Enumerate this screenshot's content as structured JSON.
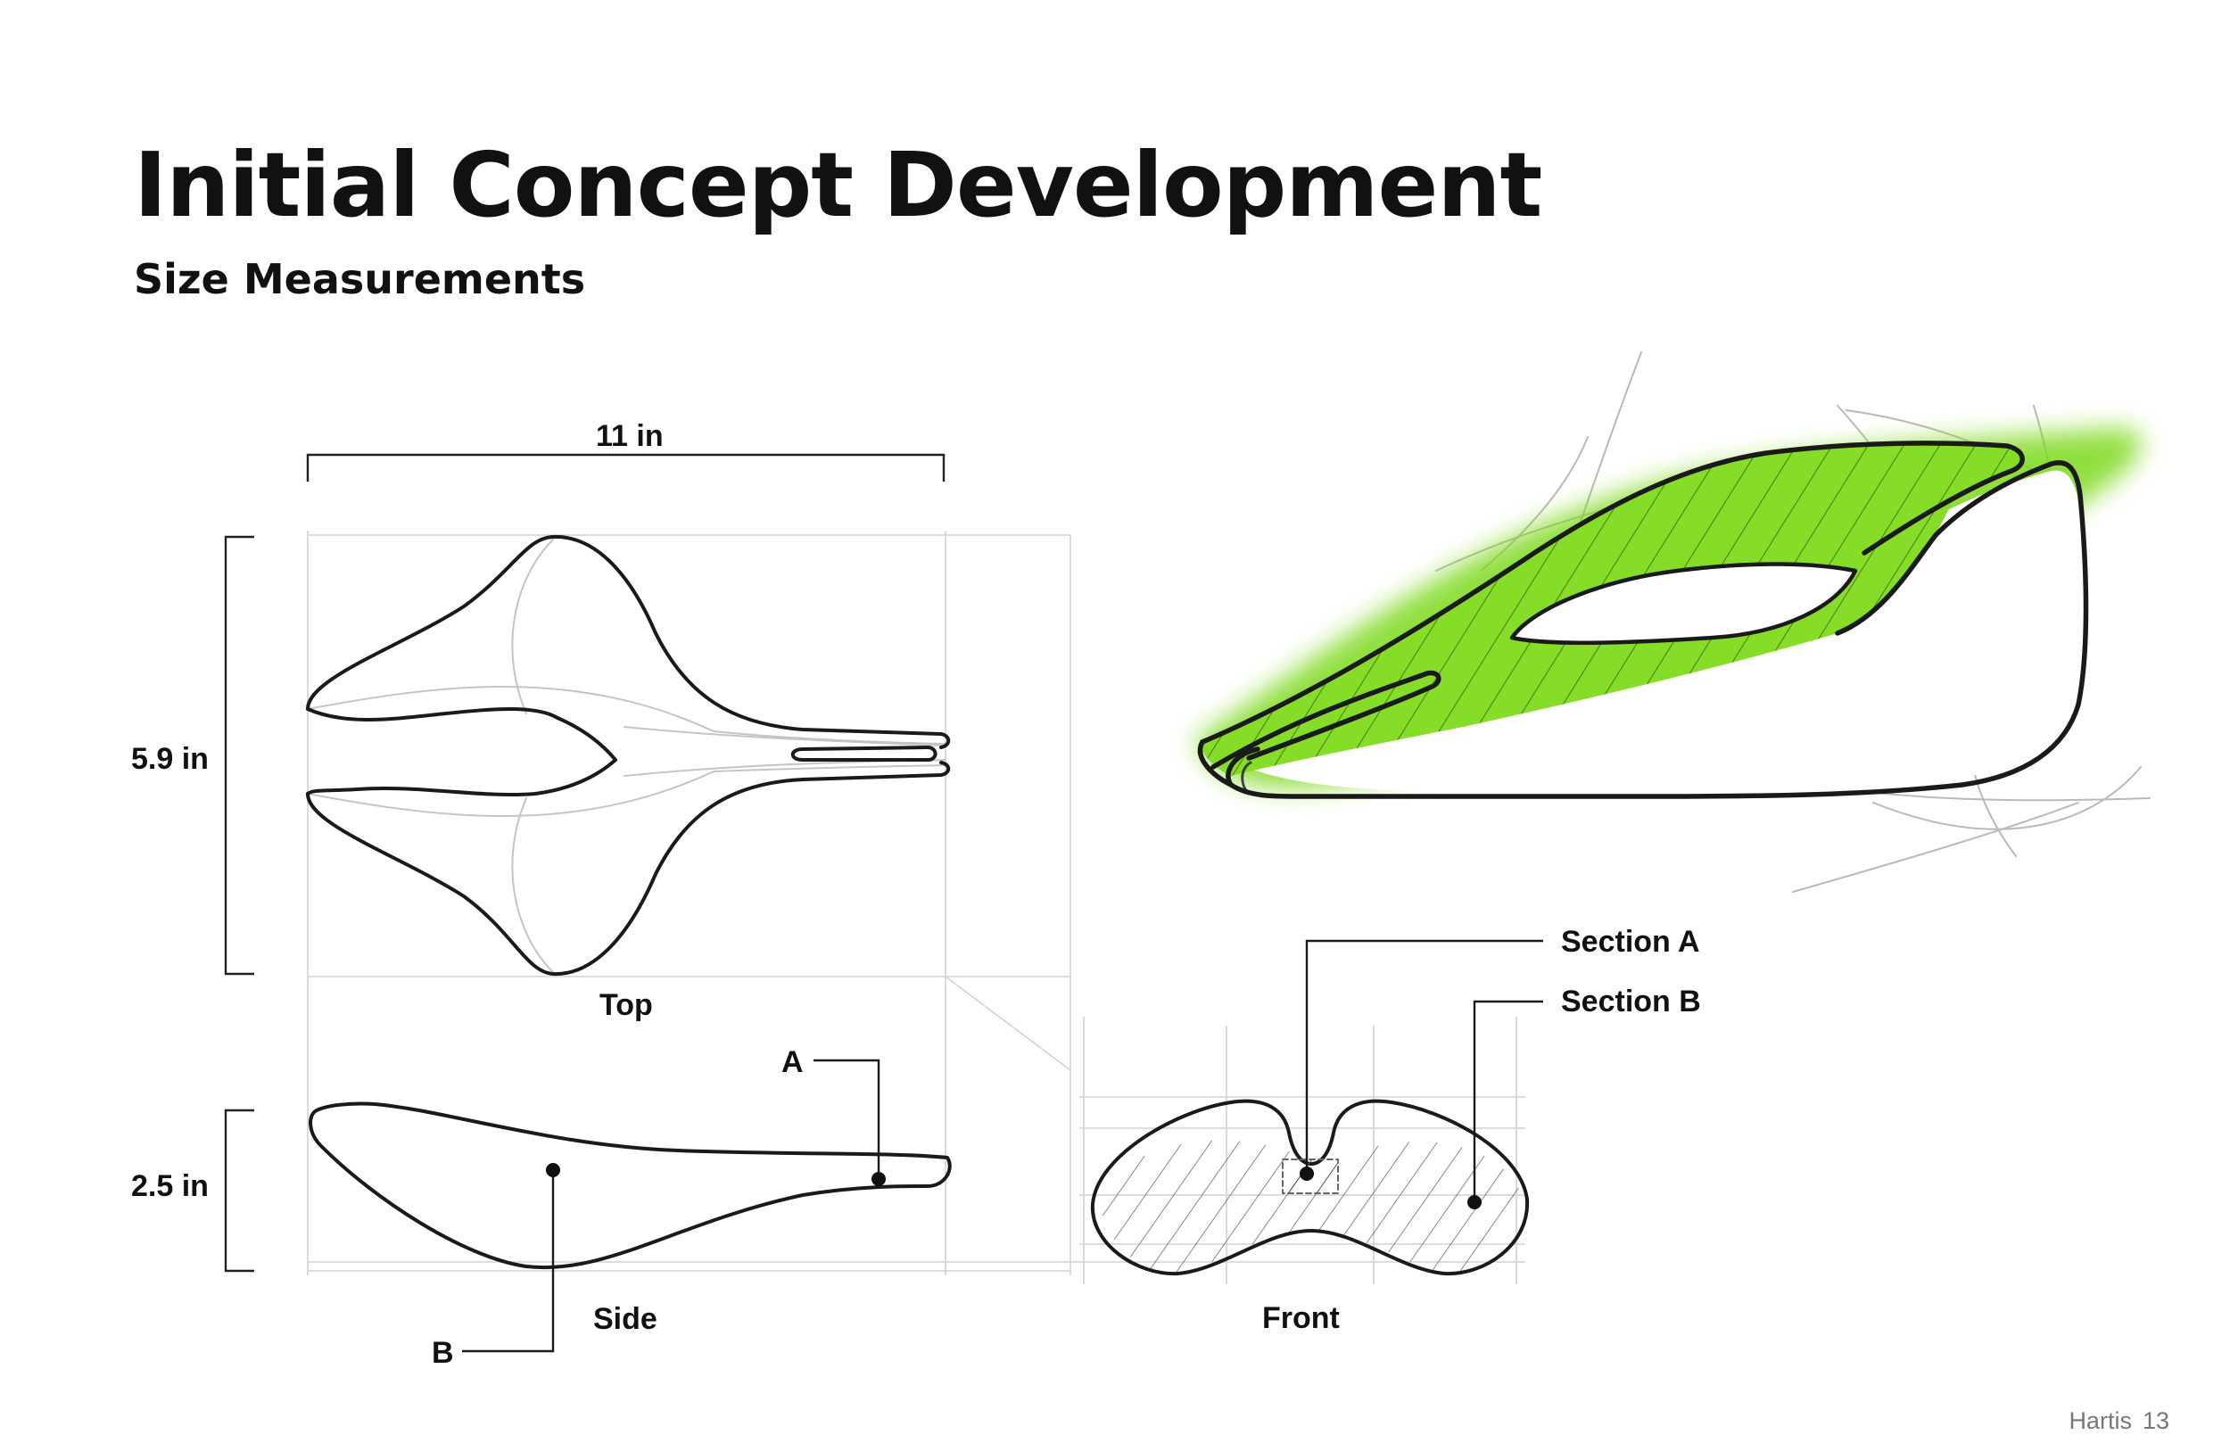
{
  "page": {
    "title": "Initial Concept Development",
    "subtitle": "Size Measurements"
  },
  "dimensions": {
    "width": "11 in",
    "height_top": "5.9 in",
    "height_side": "2.5 in"
  },
  "views": {
    "top": "Top",
    "side": "Side",
    "front": "Front"
  },
  "callouts": {
    "a": "A",
    "b": "B",
    "section_a": "Section A",
    "section_b": "Section B"
  },
  "footer": {
    "author": "Hartis",
    "page_number": "13"
  },
  "colors": {
    "accent_green": "#7dd91a",
    "line": "#1a1a1a",
    "guide": "#c8c8c8"
  }
}
